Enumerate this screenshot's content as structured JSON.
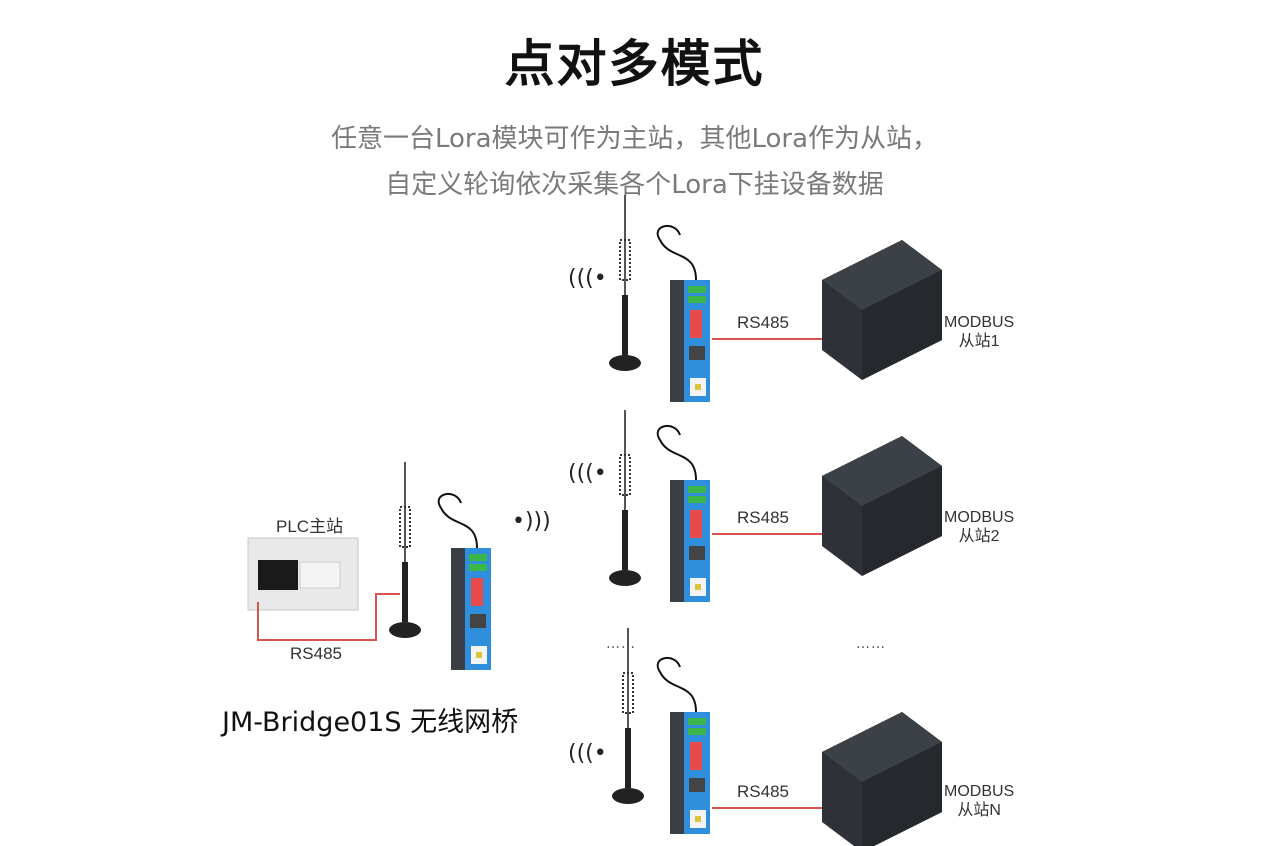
{
  "title": "点对多模式",
  "subtitle": {
    "line1": "任意一台Lora模块可作为主站，其他Lora作为从站，",
    "line2": "自定义轮询依次采集各个Lora下挂设备数据"
  },
  "master": {
    "plc_label": "PLC主站",
    "link_label": "RS485",
    "product_label": "JM-Bridge01S  无线网桥"
  },
  "slaves": [
    {
      "link_label": "RS485",
      "name_line1": "MODBUS",
      "name_line2": "从站1"
    },
    {
      "link_label": "RS485",
      "name_line1": "MODBUS",
      "name_line2": "从站2"
    },
    {
      "link_label": "RS485",
      "name_line1": "MODBUS",
      "name_line2": "从站N"
    }
  ],
  "ellipsis": "……",
  "colors": {
    "cable": "#d9534f",
    "device_blue": "#2f8fdc",
    "device_dark": "#3a3f45",
    "plc_body": "#e9e9e9"
  }
}
